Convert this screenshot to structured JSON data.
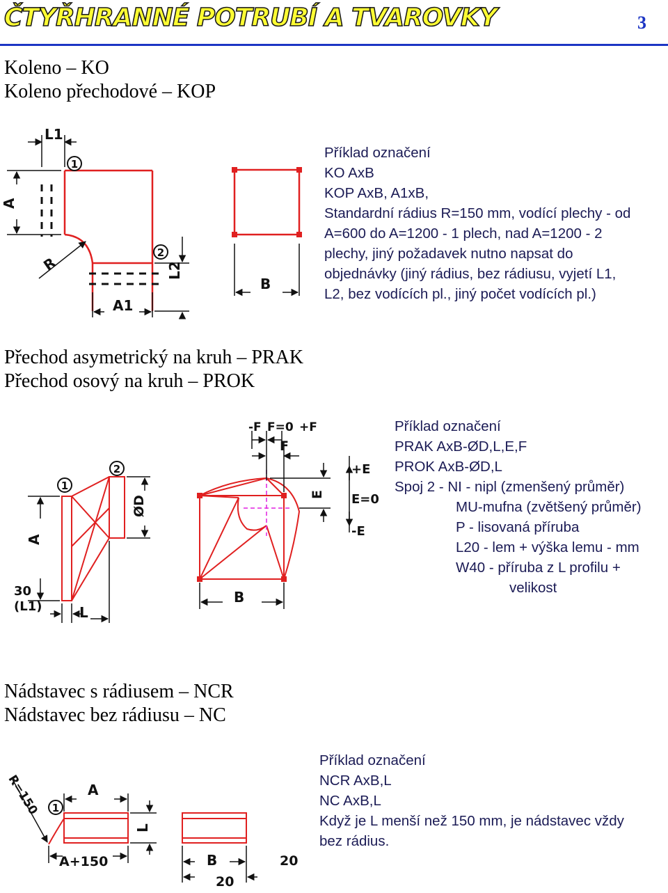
{
  "header": {
    "title": "ČTYŘHRANNÉ POTRUBÍ A TVAROVKY",
    "page_number": "3",
    "rule_color": "#1c35c4"
  },
  "sections": [
    {
      "heading": [
        "Koleno – KO",
        "Koleno přechodové – KOP"
      ],
      "example_lines": [
        "Příklad označení",
        "KO AxB",
        "KOP AxB, A1xB,",
        "Standardní rádius R=150 mm, vodící plechy - od",
        "A=600 do A=1200 - 1 plech, nad A=1200 - 2",
        "plechy, jiný požadavek nutno napsat do",
        "objednávky (jiný rádius, bez rádiusu, vyjetí L1,",
        "L2, bez vodících pl., jiný počet vodících pl.)"
      ],
      "diagram_labels": {
        "l1": "L1",
        "a": "A",
        "r": "R",
        "l2": "L2",
        "a1": "A1",
        "b": "B",
        "marker1": "1",
        "marker2": "2"
      }
    },
    {
      "heading": [
        "Přechod asymetrický na kruh – PRAK",
        "Přechod osový na kruh – PROK"
      ],
      "example_lines": [
        "Příklad označení",
        "PRAK AxB-ØD,L,E,F",
        "PROK AxB-ØD,L",
        "Spoj 2 - NI - nipl (zmenšený průměr)",
        "MU-mufna (zvětšený průměr)",
        "P - lisovaná příruba",
        "L20 - lem + výška lemu - mm",
        "W40 - příruba z L profilu +",
        "velikost"
      ],
      "diagram_labels": {
        "marker1": "1",
        "marker2": "2",
        "a": "A",
        "d": "ØD",
        "thirty": "30",
        "l1": "(L1)",
        "l": "L",
        "f_minus": "-F",
        "f_zero": "F=0",
        "f_plus": "+F",
        "f": "F",
        "e": "E",
        "e_plus": "+E",
        "e_zero": "E=0",
        "e_minus": "-E",
        "b": "B"
      }
    },
    {
      "heading": [
        "Nádstavec s rádiusem – NCR",
        "Nádstavec bez rádiusu – NC"
      ],
      "example_lines": [
        "Příklad označení",
        "NCR AxB,L",
        "NC AxB,L",
        "Když je L menší než 150 mm, je nádstavec vždy",
        "bez rádius."
      ],
      "diagram_labels": {
        "r150": "R=150",
        "marker1": "1",
        "a": "A",
        "l": "L",
        "a150": "A+150",
        "b": "B",
        "twenty_right": "20",
        "twenty_bottom": "20"
      }
    }
  ],
  "colors": {
    "duct_red": "#e02020",
    "dimension_black": "#111111",
    "centre_magenta": "#e020e0",
    "example_text": "#1b1b55"
  }
}
